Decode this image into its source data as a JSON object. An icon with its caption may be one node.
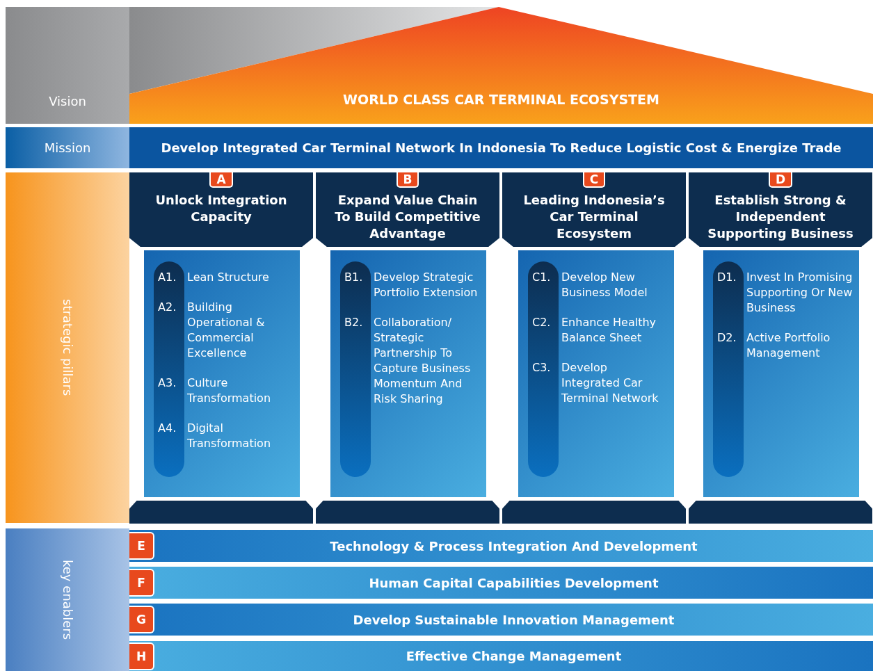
{
  "diagram": {
    "nodes": [
      {
        "text": [
          "Vision"
        ]
      },
      {
        "text": [
          "WORLD CLASS CAR TERMINAL ECOSYSTEM"
        ]
      },
      {
        "text": [
          "Mission"
        ]
      },
      {
        "text": [
          "Develop Integrated Car Terminal Network In Indonesia To Reduce Logistic Cost & Energize Trade"
        ]
      },
      {
        "text": [
          "strategic pillars"
        ]
      },
      {
        "text": [
          "A",
          "Unlock Integration Capacity"
        ]
      },
      {
        "text": [
          "A1.",
          "Lean Structure",
          "A2.",
          "Building Operational & Commercial Excellence",
          "A3.",
          "Culture Transformation",
          "A4.",
          "Digital Transformation"
        ]
      },
      {
        "text": [],
        "shape": "bar"
      },
      {
        "text": [
          "B",
          "Expand Value Chain To Build Competitive Advantage"
        ]
      },
      {
        "text": [
          "B1.",
          "Develop Strategic Portfolio Extension",
          "B2.",
          "Collaboration/ Strategic Partnership To Capture Business Momentum And Risk Sharing"
        ]
      },
      {
        "text": [],
        "shape": "bar"
      },
      {
        "text": [
          "C",
          "Leading Indonesia’s Car Terminal Ecosystem"
        ]
      },
      {
        "text": [
          "C1.",
          "Develop New Business Model",
          "C2.",
          "Enhance Healthy Balance Sheet",
          "C3.",
          "Develop Integrated Car Terminal Network"
        ]
      },
      {
        "text": [],
        "shape": "bar"
      },
      {
        "text": [
          "D",
          "Establish Strong & Independent Supporting Business"
        ]
      },
      {
        "text": [
          "D1.",
          "Invest In Promising Supporting Or New Business",
          "D2.",
          "Active Portfolio Management"
        ]
      },
      {
        "text": [],
        "shape": "bar"
      },
      {
        "text": [
          "key enablers"
        ]
      },
      {
        "text": [
          "E",
          "Technology & Process Integration And Development"
        ]
      },
      {
        "text": [
          "F",
          "Human Capital Capabilities Development"
        ]
      },
      {
        "text": [
          "G",
          "Develop Sustainable Innovation Management"
        ]
      },
      {
        "text": [
          "H",
          "Effective Change Management"
        ]
      }
    ],
    "edges": []
  }
}
